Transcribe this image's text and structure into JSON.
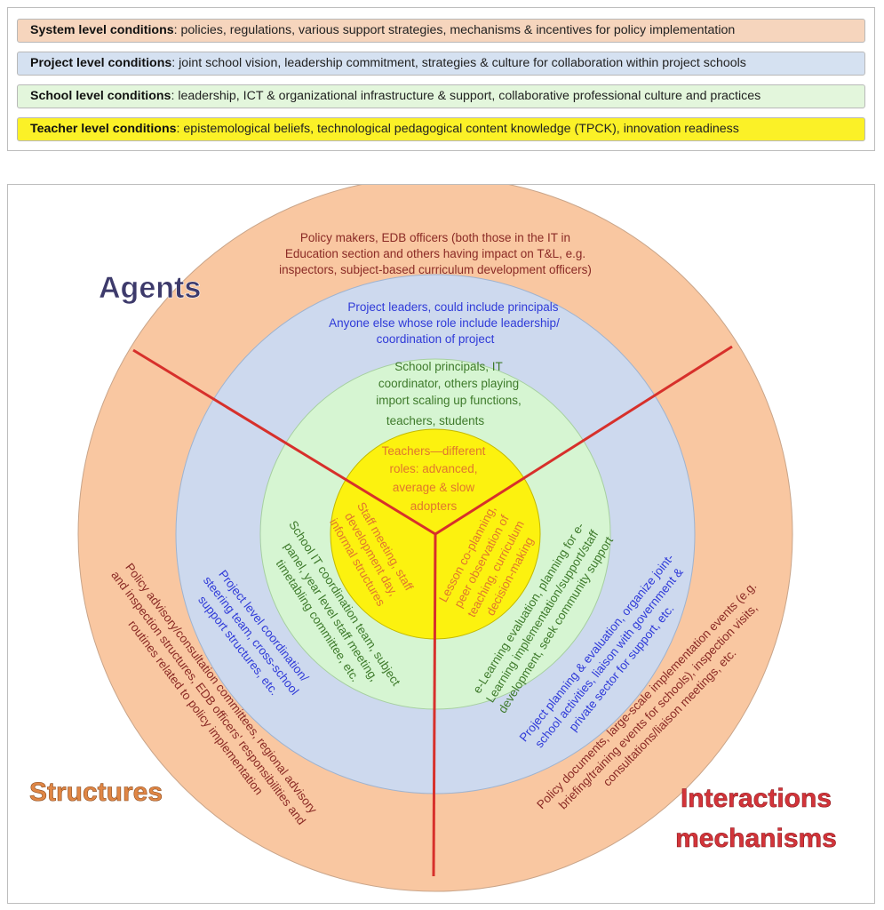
{
  "legend": {
    "rows": [
      {
        "label": "System level conditions",
        "desc": ": policies, regulations, various support strategies, mechanisms & incentives for policy implementation",
        "color": "#f6d5bd"
      },
      {
        "label": "Project level conditions",
        "desc": ": joint school vision, leadership commitment, strategies & culture for collaboration within project schools",
        "color": "#d5e1f1"
      },
      {
        "label": "School level conditions",
        "desc": ": leadership, ICT & organizational infrastructure & support, collaborative professional culture and practices",
        "color": "#e3f6dc"
      },
      {
        "label": "Teacher level conditions",
        "desc": ": epistemological beliefs, technological pedagogical content knowledge (TPCK), innovation readiness",
        "color": "#fbf127"
      }
    ]
  },
  "diagram": {
    "colors": {
      "system": "#f9c7a1",
      "project": "#cdd9ee",
      "school": "#d6f5d2",
      "teacher": "#fcf20f",
      "divider": "#d7302b"
    },
    "headings": {
      "agents": "Agents",
      "structures": "Structures",
      "interactions_line1": "Interactions",
      "interactions_line2": "mechanisms"
    },
    "agents": {
      "system": [
        "Policy makers, EDB officers (both those in the IT in",
        "Education section and others having impact on T&L, e.g.",
        "inspectors, subject-based curriculum development officers)"
      ],
      "project": [
        "Project leaders, could include principals",
        "Anyone else whose role include leadership/",
        "coordination of project"
      ],
      "school": [
        "School principals, IT",
        "coordinator, others playing",
        "import scaling up functions,",
        "teachers, students"
      ],
      "teacher": [
        "Teachers—different",
        "roles: advanced,",
        "average & slow",
        "adopters"
      ]
    },
    "structures": {
      "teacher": [
        "Staff meeting, staff",
        "development day,",
        "informal structures"
      ],
      "school": [
        "School IT coordination team, subject",
        "panel, year level staff meeting,",
        "timetabling committee, etc."
      ],
      "project": [
        "Project level coordination/",
        "steering team, cross-school",
        "support structures, etc."
      ],
      "system": [
        "Policy advisory/consultation committees, regional advisory",
        "and inspection structures, EDB officers' responsibilities and",
        "routines related to policy implementation"
      ]
    },
    "interactions": {
      "teacher": [
        "Lesson co-planning,",
        "peer observation of",
        "teaching, curriculum",
        "decision-making"
      ],
      "school": [
        "e-Learning evaluation, planning for e-",
        "Learning implementation/support/staff",
        "development, seek community support"
      ],
      "project": [
        "Project planning & evaluation, organize joint-",
        "school activities, liaison with government &",
        "private sector for support, etc."
      ],
      "system": [
        "Policy documents, large-scale implementation events (e.g.",
        "briefing/training events for schools), inspection visits,",
        "consultations/liaison meetings, etc."
      ]
    }
  }
}
